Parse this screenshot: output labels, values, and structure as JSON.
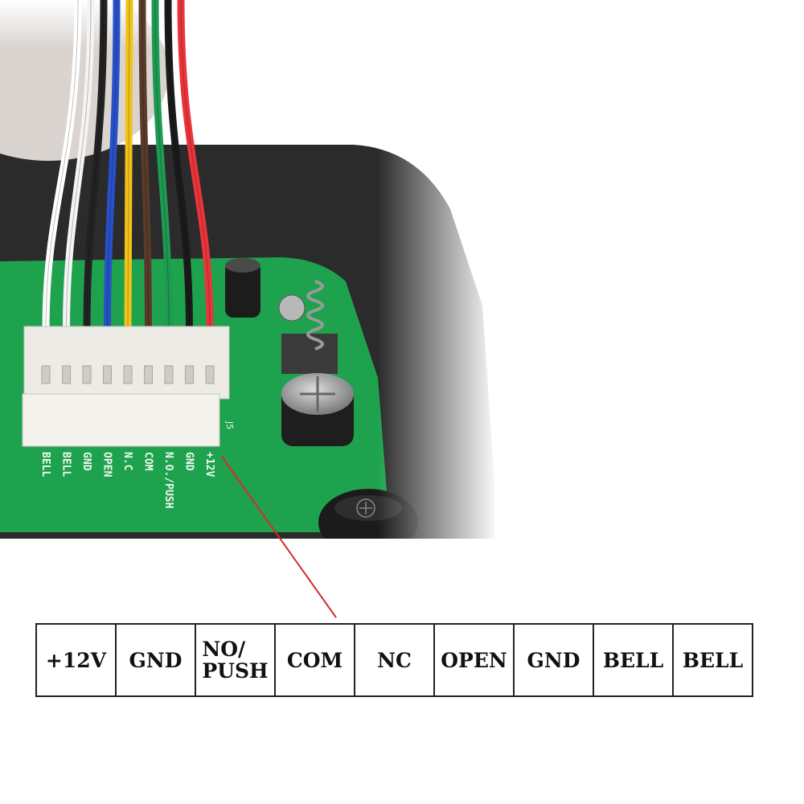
{
  "board": {
    "silk_labels": [
      "+12V",
      "GND",
      "N.O./PUSH",
      "COM",
      "N.C",
      "OPEN",
      "GND",
      "BELL",
      "BELL"
    ],
    "connector_ref": "J5",
    "wire_colors": [
      "#e8353a",
      "#1a1a1a",
      "#1e9a52",
      "#5a3a2a",
      "#f2c21a",
      "#2850c8",
      "#222222",
      "#f4f4f4",
      "#ffffff"
    ]
  },
  "pinout": {
    "labels": [
      "+12V",
      "GND",
      "NO/\nPUSH",
      "COM",
      "NC",
      "OPEN",
      "GND",
      "BELL",
      "BELL"
    ]
  },
  "colors": {
    "pcb": "#1fa24e",
    "housing": "#2b2b2b",
    "pointer_line": "#d42a2a"
  },
  "icons": [
    "capacitor-icon",
    "spring-switch-icon",
    "buzzer-icon"
  ]
}
